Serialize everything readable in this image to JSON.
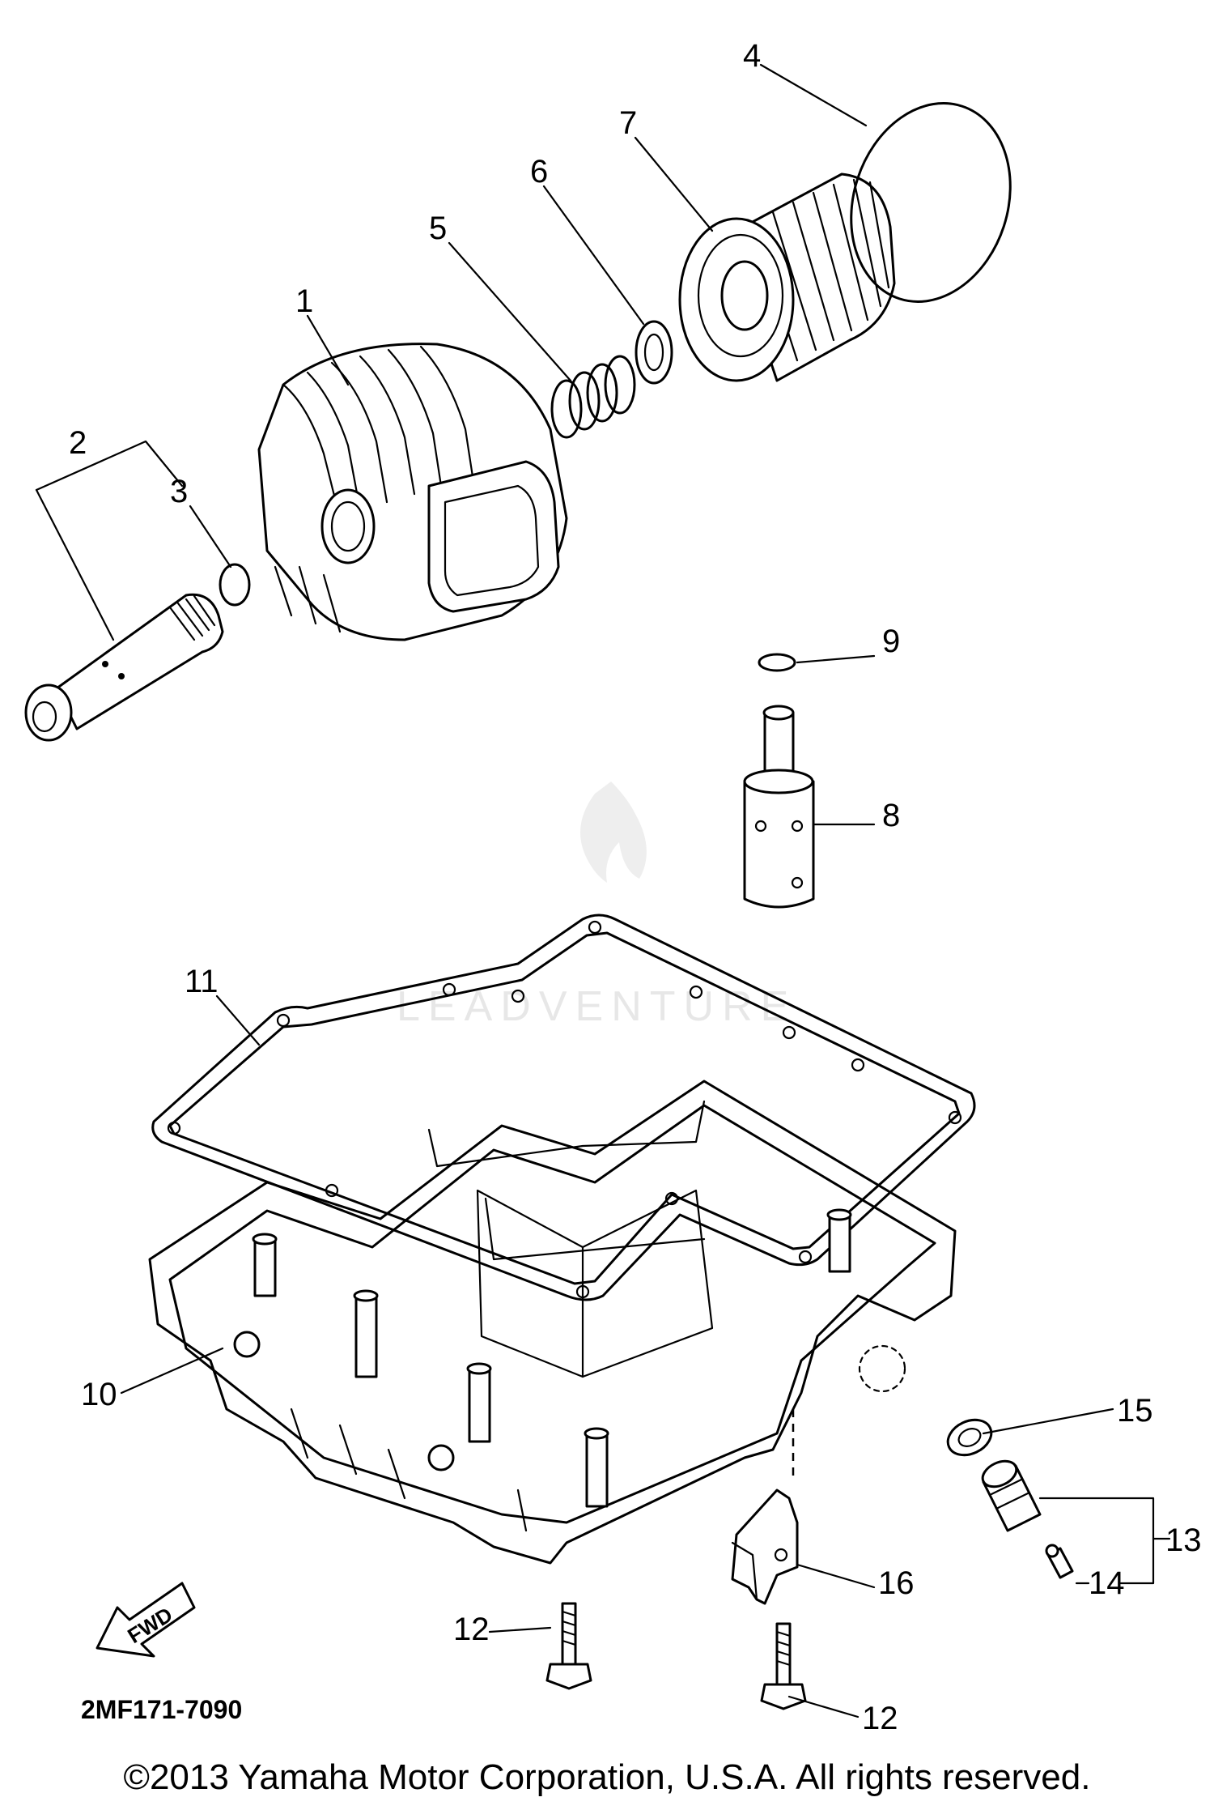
{
  "callouts": {
    "c1": "1",
    "c2": "2",
    "c3": "3",
    "c4": "4",
    "c5": "5",
    "c6": "6",
    "c7": "7",
    "c8": "8",
    "c9": "9",
    "c10": "10",
    "c11": "11",
    "c12a": "12",
    "c12b": "12",
    "c13": "13",
    "c14": "14",
    "c15": "15",
    "c16": "16"
  },
  "diagram_code": "2MF171-7090",
  "forward_label": "FWD",
  "watermark": "LEADVENTURE",
  "copyright": "©2013 Yamaha Motor Corporation, U.S.A. All rights reserved."
}
